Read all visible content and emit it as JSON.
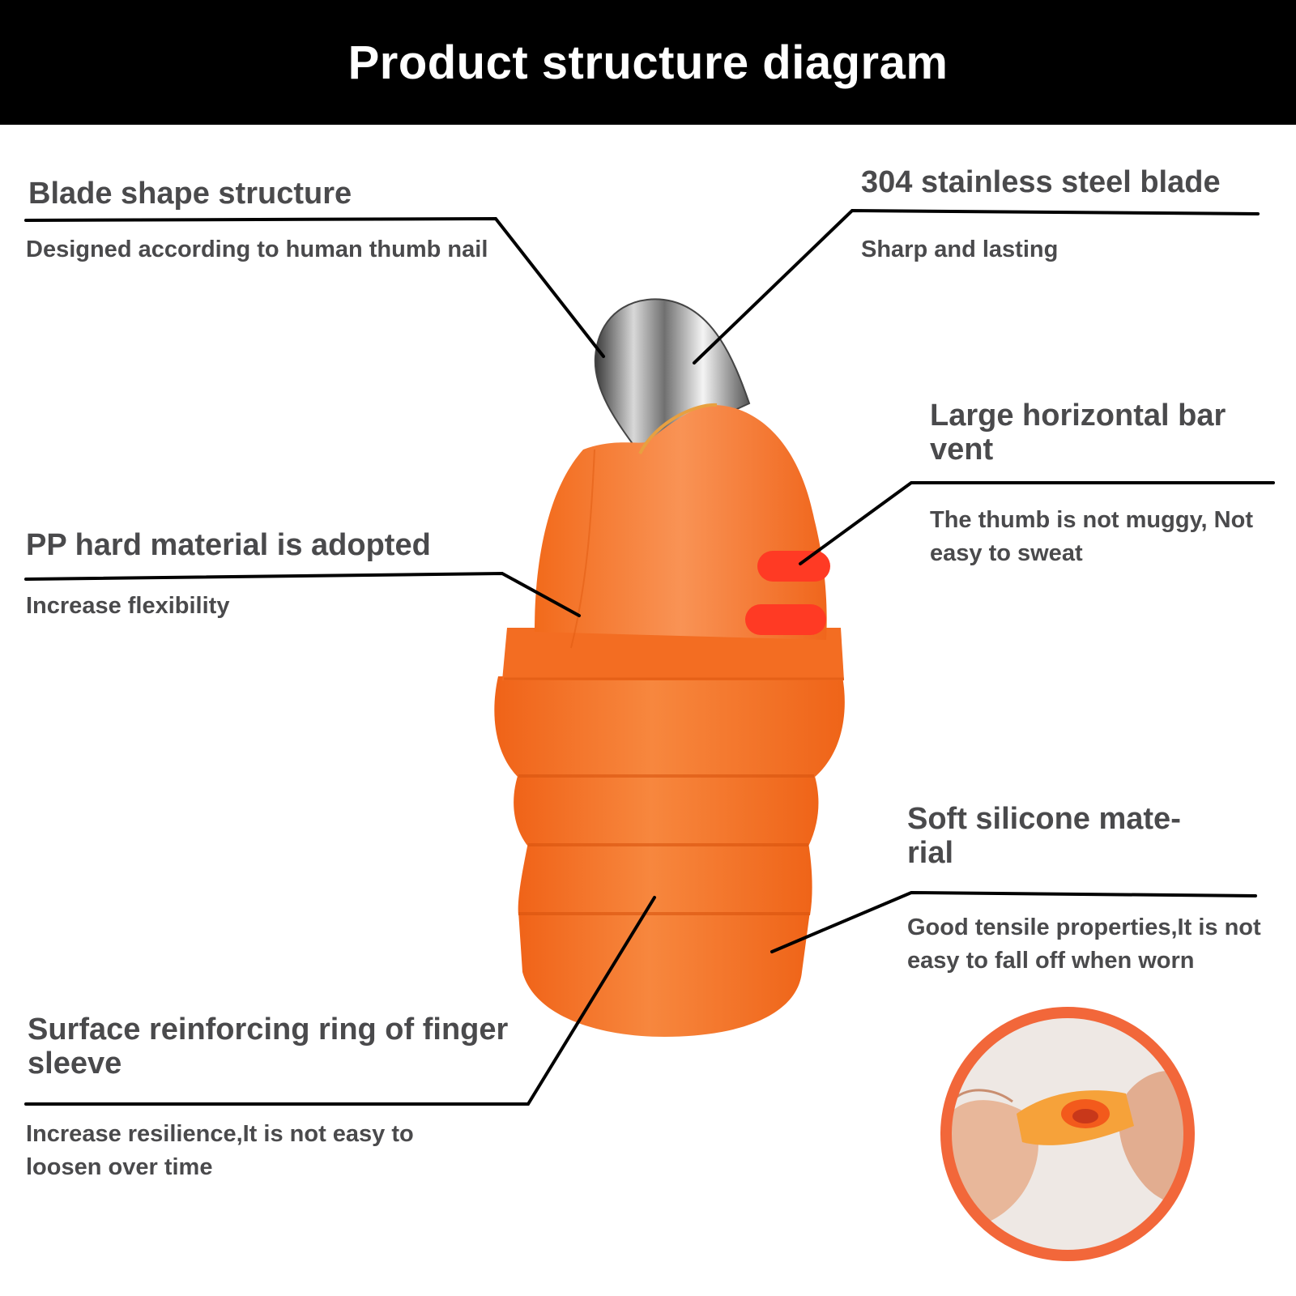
{
  "header": {
    "title": "Product structure diagram"
  },
  "callouts": {
    "blade_shape": {
      "title": "Blade shape structure",
      "description": "Designed according to human thumb nail"
    },
    "steel_blade": {
      "title": "304 stainless steel blade",
      "description": "Sharp and lasting"
    },
    "vent": {
      "title": "Large horizontal bar vent",
      "description": "The thumb is not muggy, Not easy to sweat"
    },
    "pp_material": {
      "title": "PP hard material is adopted",
      "description": "Increase flexibility"
    },
    "silicone": {
      "title": "Soft silicone mate-rial",
      "description": "Good tensile properties,It is not easy to fall off when worn"
    },
    "ring": {
      "title": "Surface reinforcing ring of finger sleeve",
      "description": "Increase resilience,It is not easy to loosen over time"
    }
  },
  "colors": {
    "header_bg": "#000000",
    "header_text": "#ffffff",
    "label_text": "#4a4a4c",
    "product_orange": "#f26a1b",
    "inset_ring": "#f2673a"
  }
}
